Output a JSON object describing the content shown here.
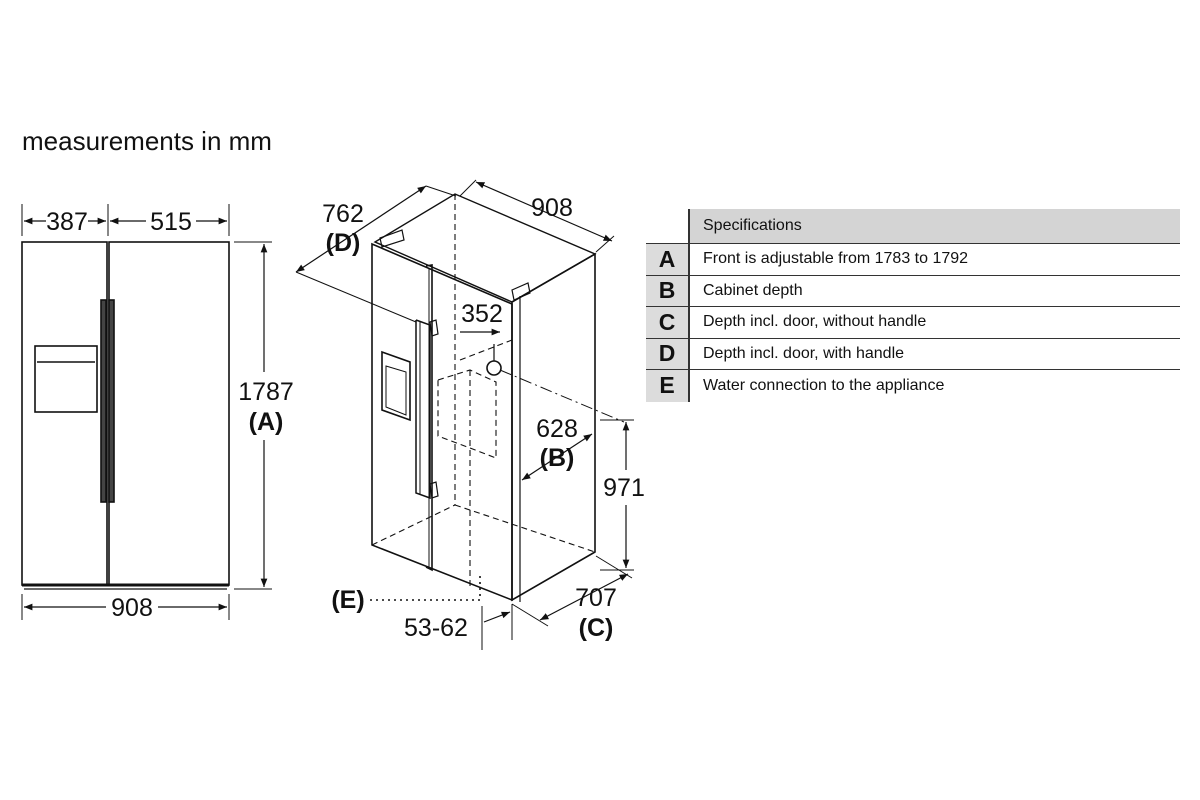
{
  "page": {
    "heading": "measurements in mm"
  },
  "front_view": {
    "width_left": "387",
    "width_right": "515",
    "height": "1787",
    "height_key": "(A)",
    "width_total": "908"
  },
  "iso_view": {
    "depth_with_handle": "762",
    "depth_with_handle_key": "(D)",
    "width_total": "908",
    "water_offset": "352",
    "cabinet_depth": "628",
    "cabinet_depth_key": "(B)",
    "water_height": "971",
    "depth_without_handle": "707",
    "depth_without_handle_key": "(C)",
    "water_key": "(E)",
    "water_range": "53-62"
  },
  "specifications": {
    "header": "Specifications",
    "rows": [
      {
        "key": "A",
        "text": "Front is adjustable from 1783 to 1792"
      },
      {
        "key": "B",
        "text": "Cabinet depth"
      },
      {
        "key": "C",
        "text": "Depth incl. door, without handle"
      },
      {
        "key": "D",
        "text": "Depth incl. door, with handle"
      },
      {
        "key": "E",
        "text": "Water connection to the appliance"
      }
    ]
  },
  "colors": {
    "line": "#111111",
    "table_header_bg": "#d4d4d4",
    "table_key_bg": "#dcdcdc"
  }
}
